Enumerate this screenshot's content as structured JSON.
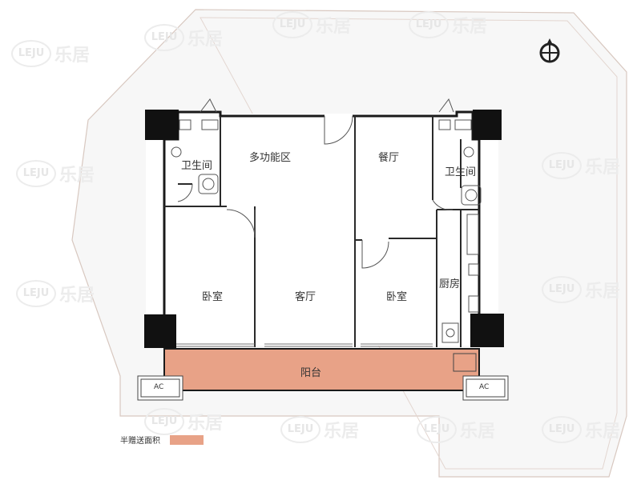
{
  "rooms": {
    "bathroom_left": "卫生间",
    "multi_function": "多功能区",
    "dining": "餐厅",
    "bathroom_right": "卫生间",
    "bedroom_left": "卧室",
    "living": "客厅",
    "bedroom_right": "卧室",
    "kitchen": "厨房",
    "balcony": "阳台"
  },
  "ac_label": "AC",
  "legend": {
    "label": "半赠送面积",
    "color": "#e8a287"
  },
  "watermark": {
    "logo": "LEJU",
    "name": "乐居"
  },
  "compass_icon": "compass-icon",
  "colors": {
    "wall": "#1a1a1a",
    "column": "#111111",
    "balcony_fill": "#e8a287",
    "outline": "#c9b8b0"
  }
}
